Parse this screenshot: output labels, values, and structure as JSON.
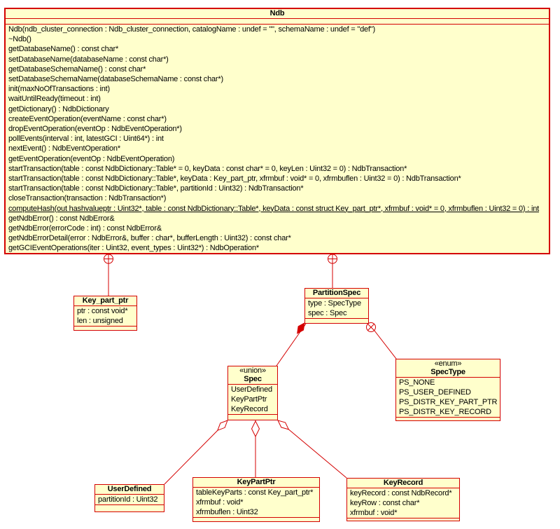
{
  "diagram": {
    "background": "#ffffff",
    "box_fill": "#ffffcc",
    "line_color": "#d40000",
    "text_color": "#000000"
  },
  "classes": {
    "ndb": {
      "name": "Ndb",
      "attributes": [],
      "methods": [
        "Ndb(ndb_cluster_connection : Ndb_cluster_connection, catalogName : undef = \"\", schemaName : undef = \"def\")",
        "~Ndb()",
        "getDatabaseName() : const char*",
        "setDatabaseName(databaseName : const char*)",
        "getDatabaseSchemaName() : const char*",
        "setDatabaseSchemaName(databaseSchemaName : const char*)",
        "init(maxNoOfTransactions : int)",
        "waitUntilReady(timeout : int)",
        "getDictionary() : NdbDictionary",
        "createEventOperation(eventName : const char*)",
        "dropEventOperation(eventOp : NdbEventOperation*)",
        "pollEvents(interval : int, latestGCI : Uint64*) : int",
        "nextEvent() : NdbEventOperation*",
        "getEventOperation(eventOp : NdbEventOperation)",
        "startTransaction(table : const NdbDictionary::Table* = 0, keyData : const char* = 0, keyLen : Uint32 = 0) : NdbTransaction*",
        "startTransaction(table : const NdbDictionary::Table*, keyData : Key_part_ptr, xfrmbuf : void* = 0, xfrmbuflen : Uint32 = 0) : NdbTransaction*",
        "startTransaction(table : const NdbDictionary::Table*, partitionId : Uint32) : NdbTransaction*",
        "closeTransaction(transaction : NdbTransaction*)",
        {
          "text": "computeHash(out hashvalueptr : Uint32*, table : const NdbDictionary::Table*, keyData : const struct Key_part_ptr*, xfrmbuf : void* = 0, xfrmbuflen : Uint32 = 0) : int",
          "underline": true
        },
        "getNdbError() : const NdbError&",
        "getNdbError(errorCode : int) : const NdbError&",
        "getNdbErrorDetail(error : NdbError&, buffer : char*, bufferLength : Uint32) : const char*",
        "getGCIEventOperations(iter : Uint32, event_types : Uint32*) : NdbOperation*"
      ]
    },
    "key_part_ptr": {
      "name": "Key_part_ptr",
      "attributes": [
        "ptr : const void*",
        "len : unsigned"
      ],
      "methods": []
    },
    "partition_spec": {
      "name": "PartitionSpec",
      "attributes": [
        "type : SpecType",
        "spec : Spec"
      ],
      "methods": []
    },
    "spec": {
      "stereotype": "«union»",
      "name": "Spec",
      "attributes": [
        "UserDefined",
        "KeyPartPtr",
        "KeyRecord"
      ],
      "methods": []
    },
    "spec_type": {
      "stereotype": "«enum»",
      "name": "SpecType",
      "attributes": [
        "PS_NONE",
        "PS_USER_DEFINED",
        "PS_DISTR_KEY_PART_PTR",
        "PS_DISTR_KEY_RECORD"
      ],
      "methods": []
    },
    "user_defined": {
      "name": "UserDefined",
      "attributes": [
        "partitionId : Uint32"
      ],
      "methods": []
    },
    "key_part_ptr_struct": {
      "name": "KeyPartPtr",
      "attributes": [
        "tableKeyParts : const Key_part_ptr*",
        "xfrmbuf : void*",
        "xfrmbuflen : Uint32"
      ],
      "methods": []
    },
    "key_record": {
      "name": "KeyRecord",
      "attributes": [
        "keyRecord : const NdbRecord*",
        "keyRow : const char*",
        "xfrmbuf : void*"
      ],
      "methods": []
    }
  },
  "relationships": [
    {
      "from": "Ndb",
      "to": "Key_part_ptr",
      "type": "nested-anchor"
    },
    {
      "from": "Ndb",
      "to": "PartitionSpec",
      "type": "nested-anchor"
    },
    {
      "from": "PartitionSpec",
      "to": "Spec",
      "type": "composition"
    },
    {
      "from": "PartitionSpec",
      "to": "SpecType",
      "type": "nested-crossed-circle"
    },
    {
      "from": "Spec",
      "to": "UserDefined",
      "type": "aggregation"
    },
    {
      "from": "Spec",
      "to": "KeyPartPtr",
      "type": "aggregation"
    },
    {
      "from": "Spec",
      "to": "KeyRecord",
      "type": "aggregation"
    }
  ]
}
